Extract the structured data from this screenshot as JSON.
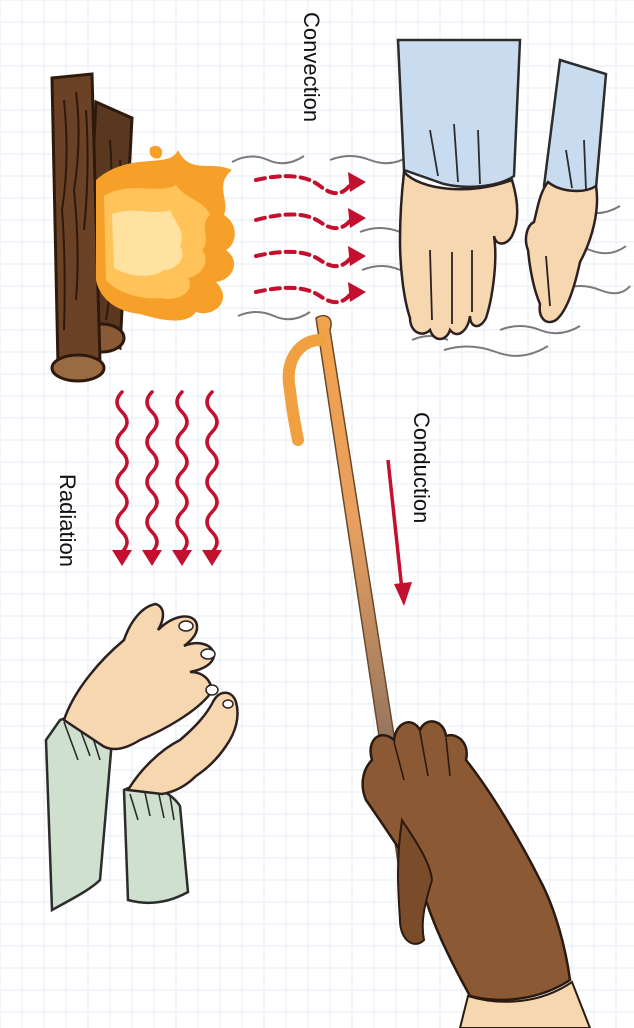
{
  "labels": {
    "convection": "Convection",
    "conduction": "Conduction",
    "radiation": "Radiation"
  },
  "colors": {
    "background": "#ffffff",
    "grid": "#e3ebf5",
    "wood": "#6b4226",
    "wood_dark": "#3e2412",
    "wood_end": "#8a5a36",
    "flame_outer": "#f6a02a",
    "flame_inner": "#ffd27a",
    "arrow_red": "#c3102f",
    "skin": "#f6d7b0",
    "skin_outline": "#3a2a20",
    "sleeve_blue": "#c9dcef",
    "sleeve_green": "#cfe0cf",
    "glove": "#8b5a34",
    "rod_hot": "#f0a040",
    "rod_cold": "#3a3a3a",
    "air_line": "#6a6a6a"
  },
  "icons": {
    "fire": "campfire-logs-icon",
    "hand_convection": "hand-blue-sleeve-icon",
    "hand_radiation": "hands-green-sleeve-icon",
    "hand_conduction": "gloved-hand-icon"
  }
}
